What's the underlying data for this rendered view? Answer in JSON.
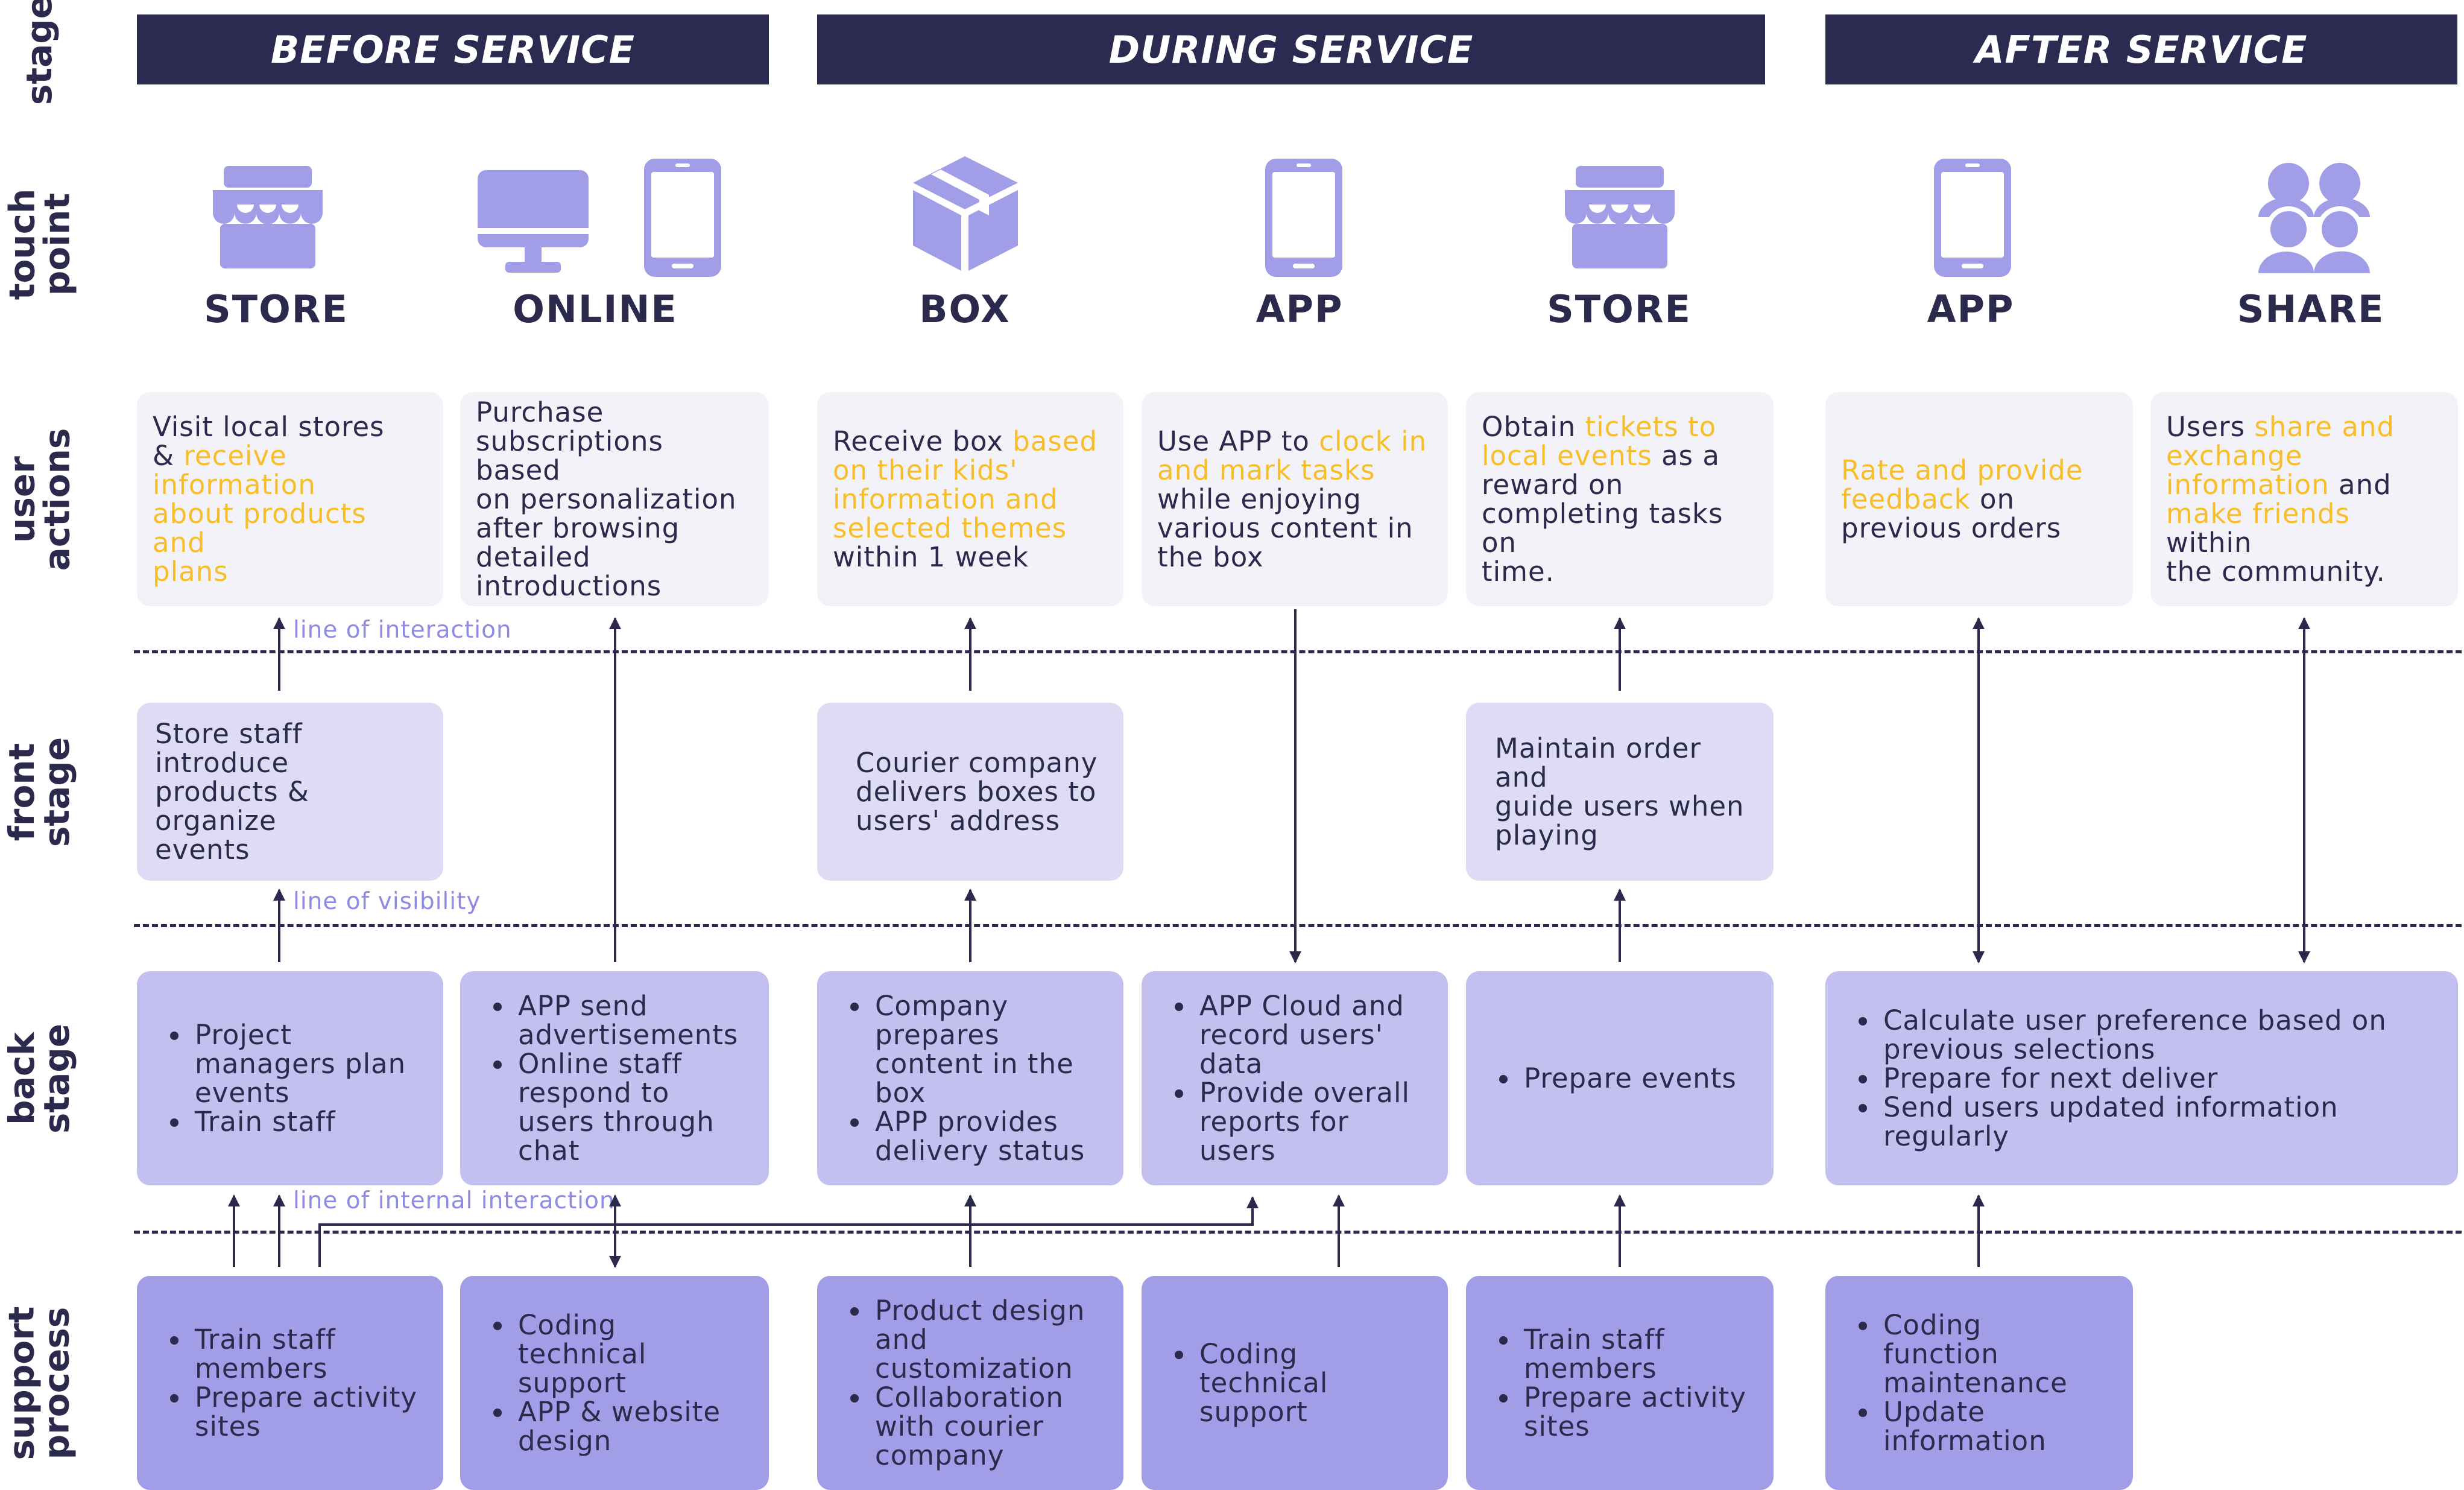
{
  "rows": {
    "stage": "stage",
    "touch_point": "touch\npoint",
    "user_actions": "user\nactions",
    "front_stage": "front\nstage",
    "back_stage": "back\nstage",
    "support_process": "support\nprocess"
  },
  "stages": [
    "BEFORE SERVICE",
    "DURING SERVICE",
    "AFTER SERVICE"
  ],
  "touch_points": [
    {
      "label": "STORE",
      "icon": "store-icon"
    },
    {
      "label": "ONLINE",
      "icon": "monitor-phone-icon"
    },
    {
      "label": "BOX",
      "icon": "box-icon"
    },
    {
      "label": "APP",
      "icon": "phone-icon"
    },
    {
      "label": "STORE",
      "icon": "store-icon"
    },
    {
      "label": "APP",
      "icon": "phone-icon"
    },
    {
      "label": "SHARE",
      "icon": "users-icon"
    }
  ],
  "user_actions": [
    {
      "parts": [
        "Visit local stores\n& ",
        "receive\ninformation\nabout products and\nplans"
      ]
    },
    {
      "parts": [
        "Purchase\nsubscriptions based\non personalization\nafter browsing\ndetailed\nintroductions"
      ]
    },
    {
      "parts": [
        "Receive box ",
        "based\non their kids'\ninformation and\nselected themes",
        "\nwithin 1 week"
      ]
    },
    {
      "parts": [
        "Use APP to ",
        "clock in\nand mark tasks",
        "\nwhile enjoying\nvarious content in\nthe box"
      ]
    },
    {
      "parts": [
        "Obtain ",
        "tickets to\nlocal events",
        " as a\nreward on\ncompleting tasks on\ntime."
      ]
    },
    {
      "parts": [
        "",
        "Rate and provide\nfeedback",
        " on\nprevious orders"
      ]
    },
    {
      "parts": [
        "Users ",
        "share and\nexchange\ninformation",
        " and\n",
        "make friends",
        " within\nthe community."
      ]
    }
  ],
  "front_stage": [
    "Store staff introduce\nproducts & organize\nevents",
    "Courier company\ndelivers boxes to\nusers' address",
    "Maintain order and\nguide users when\nplaying"
  ],
  "back_stage": [
    [
      "Project\nmanagers plan\nevents",
      "Train staff"
    ],
    [
      "APP send\nadvertisements",
      "Online staff\nrespond to\nusers through\nchat"
    ],
    [
      "Company\nprepares\ncontent in the\nbox",
      "APP provides\ndelivery status"
    ],
    [
      "APP Cloud and\nrecord users'\ndata",
      "Provide overall\nreports for\nusers"
    ],
    [
      "Prepare events"
    ],
    [
      "Calculate user preference based on\nprevious selections",
      "Prepare for next deliver",
      "Send users updated information\nregularly"
    ]
  ],
  "support_process": [
    [
      "Train staff\nmembers",
      "Prepare activity\nsites"
    ],
    [
      "Coding\ntechnical\nsupport",
      "APP & website\ndesign"
    ],
    [
      "Product design\nand\ncustomization",
      "Collaboration\nwith courier\ncompany"
    ],
    [
      "Coding\ntechnical\nsupport"
    ],
    [
      "Train staff\nmembers",
      "Prepare activity\nsites"
    ],
    [
      "Coding\nfunction\nmaintenance",
      "Update\ninformation"
    ]
  ],
  "lines": {
    "interaction": "line of interaction",
    "visibility": "line of visibility",
    "internal": "line of internal interaction"
  },
  "colors": {
    "navy": "#2b2a50",
    "icon": "#a29de7",
    "highlight": "#f8be2a",
    "user_action_bg": "#f3f2f9",
    "front_stage_bg": "#dedcf5",
    "back_stage_bg": "#c3bfef",
    "support_bg": "#a29de7",
    "line_label": "#8f8be0"
  }
}
